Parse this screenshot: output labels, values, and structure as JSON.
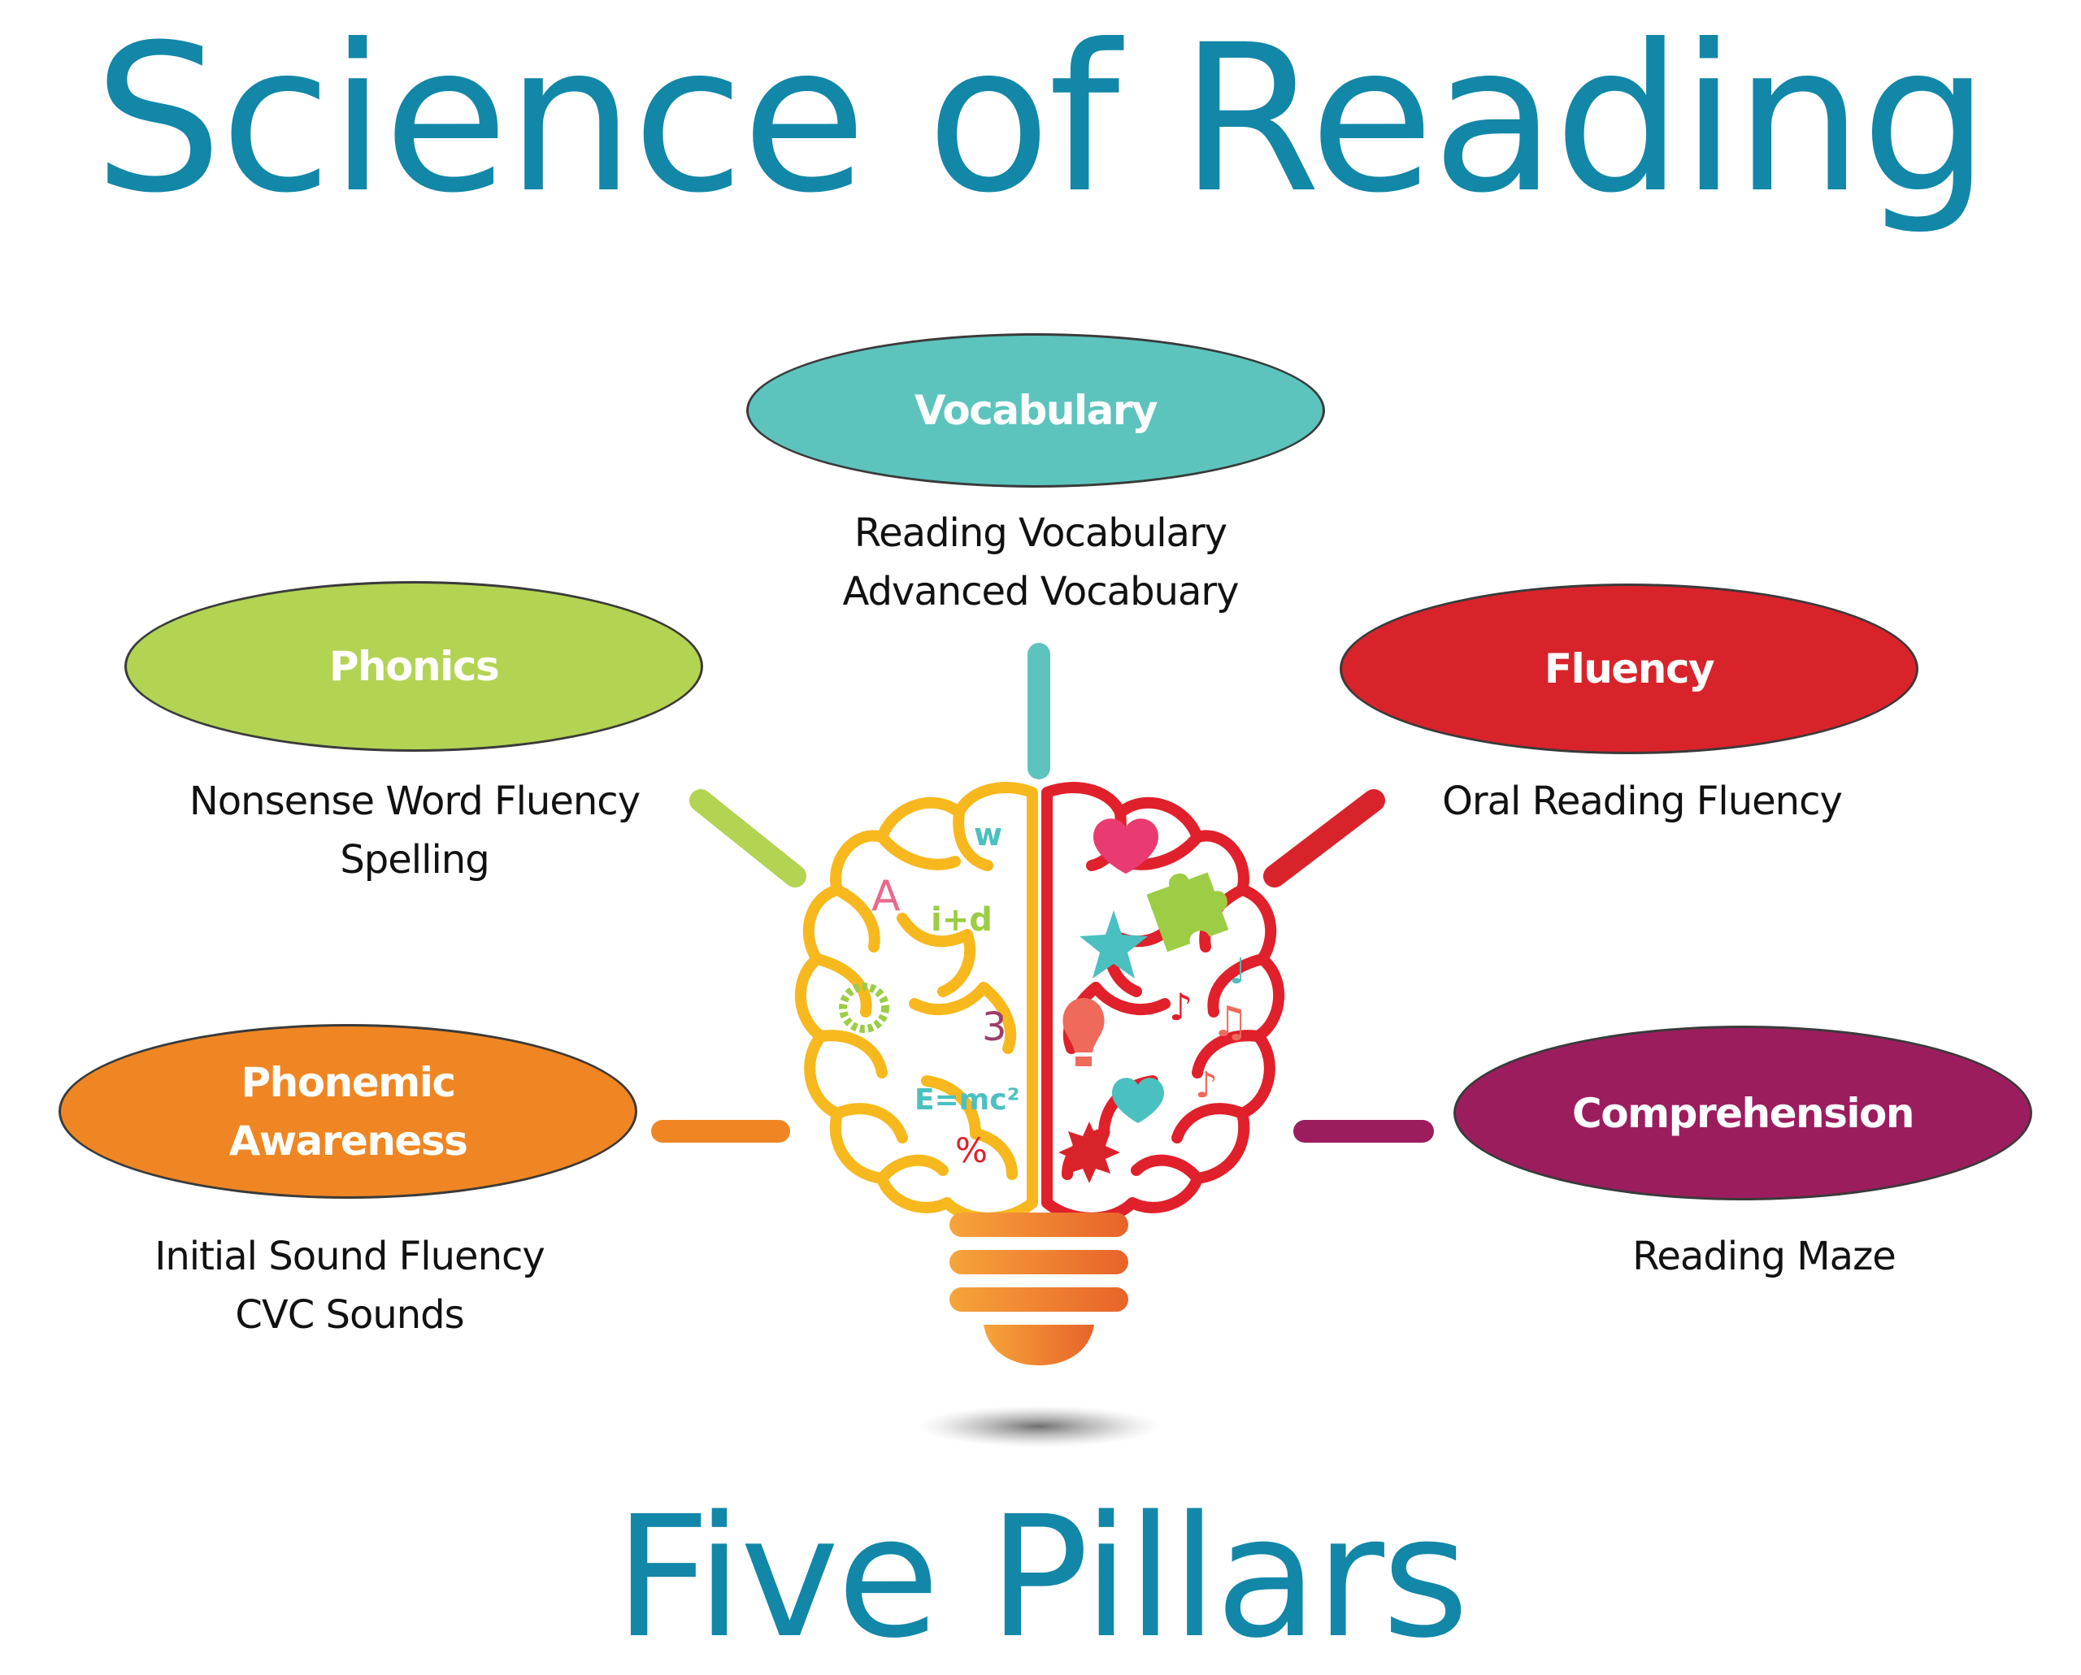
{
  "title": "Science of Reading",
  "footer": "Five Pillars",
  "pillars": {
    "vocabulary": {
      "label": "Vocabulary",
      "color": "#5cc4bd",
      "details": [
        "Reading Vocabulary",
        "Advanced Vocabuary"
      ]
    },
    "phonics": {
      "label": "Phonics",
      "color": "#b3d353",
      "details": [
        "Nonsense Word Fluency",
        "Spelling"
      ]
    },
    "fluency": {
      "label": "Fluency",
      "color": "#d9232b",
      "details": [
        "Oral Reading Fluency"
      ]
    },
    "phonemic_awareness": {
      "label_line1": "Phonemic",
      "label_line2": "Awareness",
      "color": "#ef8623",
      "details": [
        "Initial Sound Fluency",
        "CVC Sounds"
      ]
    },
    "comprehension": {
      "label": "Comprehension",
      "color": "#9c1d5e",
      "details": [
        "Reading Maze"
      ]
    }
  },
  "brain": {
    "left_color": "#f7b81e",
    "right_color": "#e0202b",
    "left_symbols": [
      "w",
      "A",
      "i+d",
      "3",
      "E=mc²",
      "%"
    ],
    "right_symbols": [
      "heart-icon",
      "puzzle-icon",
      "starfish-icon",
      "lightbulb-icon",
      "music-notes-icon",
      "heart-icon",
      "splat-icon"
    ]
  },
  "bulb_base_color": "#f0862a"
}
